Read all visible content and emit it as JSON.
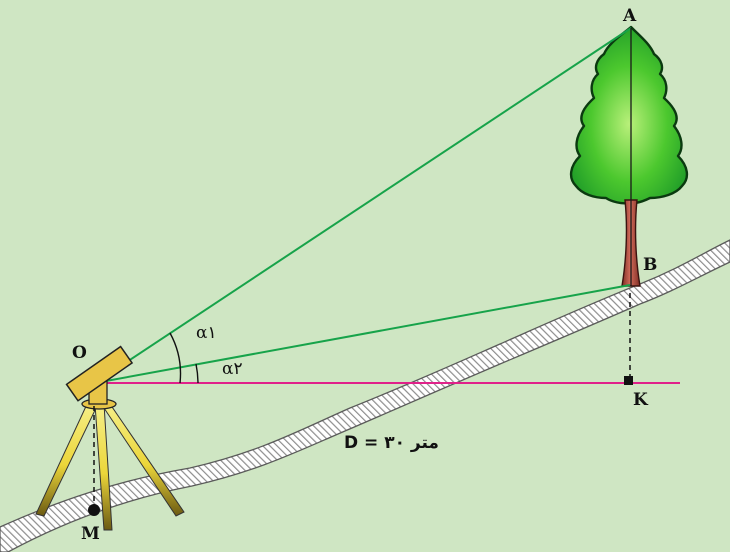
{
  "labels": {
    "A": "A",
    "B": "B",
    "O": "O",
    "K": "K",
    "M": "M",
    "alpha1": "α١",
    "alpha2": "α٢",
    "distance": "D = ۳۰ متر"
  },
  "colors": {
    "background": "#cfe6c3",
    "sight_lines": "#17a34a",
    "horizontal_line": "#e0218a",
    "ground_hatch": "#9b9b9b",
    "tree_crown": "#36c02a",
    "trunk": "#b54a3a",
    "instrument": "#e8c547",
    "tripod_legs": "#e9e04a"
  },
  "icons": [
    "tree-icon",
    "surveying-instrument-icon",
    "tripod-icon",
    "ground-slope",
    "plumb-point"
  ]
}
